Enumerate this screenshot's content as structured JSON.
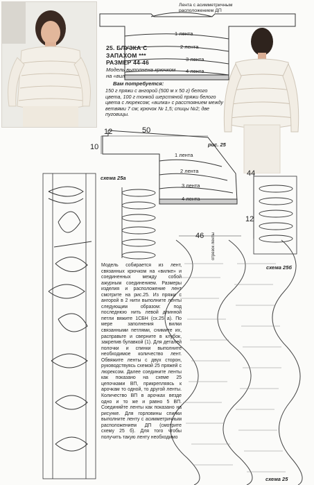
{
  "header": {
    "line1": "25. БЛУЗКА С",
    "line2": "ЗАПАХОМ ***",
    "line3": "РАЗМЕР 44-46",
    "subtitle": "Модель выполнена крючком на «вилке» и спицами."
  },
  "materials": {
    "title": "Вам потребуется:",
    "text": "150 г пряжи с ангорой (500 м х 50 г) белого цвета, 100 г тонкой шерстяной пряжи белого цвета с люрексом; «вилка» с расстоянием между ветвями 7 см; крючок № 1,5; спицы №2; две пуговицы."
  },
  "pattern_top": {
    "note": "Лента с асимметричным расположением ДП",
    "bands": [
      "1 лента",
      "2 лента",
      "3 лента",
      "4 лента"
    ]
  },
  "pattern_front": {
    "bands": [
      "1 лента",
      "2 лента",
      "3 лента",
      "4 лента"
    ],
    "caption": "рис. 25",
    "dims": {
      "d12": "12",
      "d50": "50",
      "d10": "10",
      "d44": "44",
      "d12b": "12",
      "d46": "46"
    }
  },
  "schemes": {
    "a": "схема 25а",
    "b": "схема 25б",
    "main": "схема 25",
    "side": "отрезок ленты"
  },
  "instructions": "Модель собирается из лент, связанных крючком на «вилке» и соединенных между собой ажурным соединением. Размеры изделия и расположение лент смотрите на рис.25. Из пряжи с ангорой в 2 нити выполните ленты следующим образом: под последнюю нить левой длинной петли вяжите 1СБН (сх.25 а). По мере заполнения вилки связанными петлями, снимите их, расправьте и сверните в клубок, закрепив булавкой (1). Для деталей полочки и спинки выполните необходимое количество лент. Обвяжите ленты с двух сторон, руководствуясь схемой 25 пряжей с люрексом. Далее соедините ленты как показано на схеме 25 цепочками ВП, прикрепляясь к арочкам то одной, то другой ленты. Количество ВП в арочках везде одно и то же и равно 5 ВП. Соединяйте ленты как показано на рисунке. Для горловины спинки выполните ленту с асимметричным расположением ДП (смотрите схему 25 б). Для того чтобы получить такую ленту необходимо"
}
